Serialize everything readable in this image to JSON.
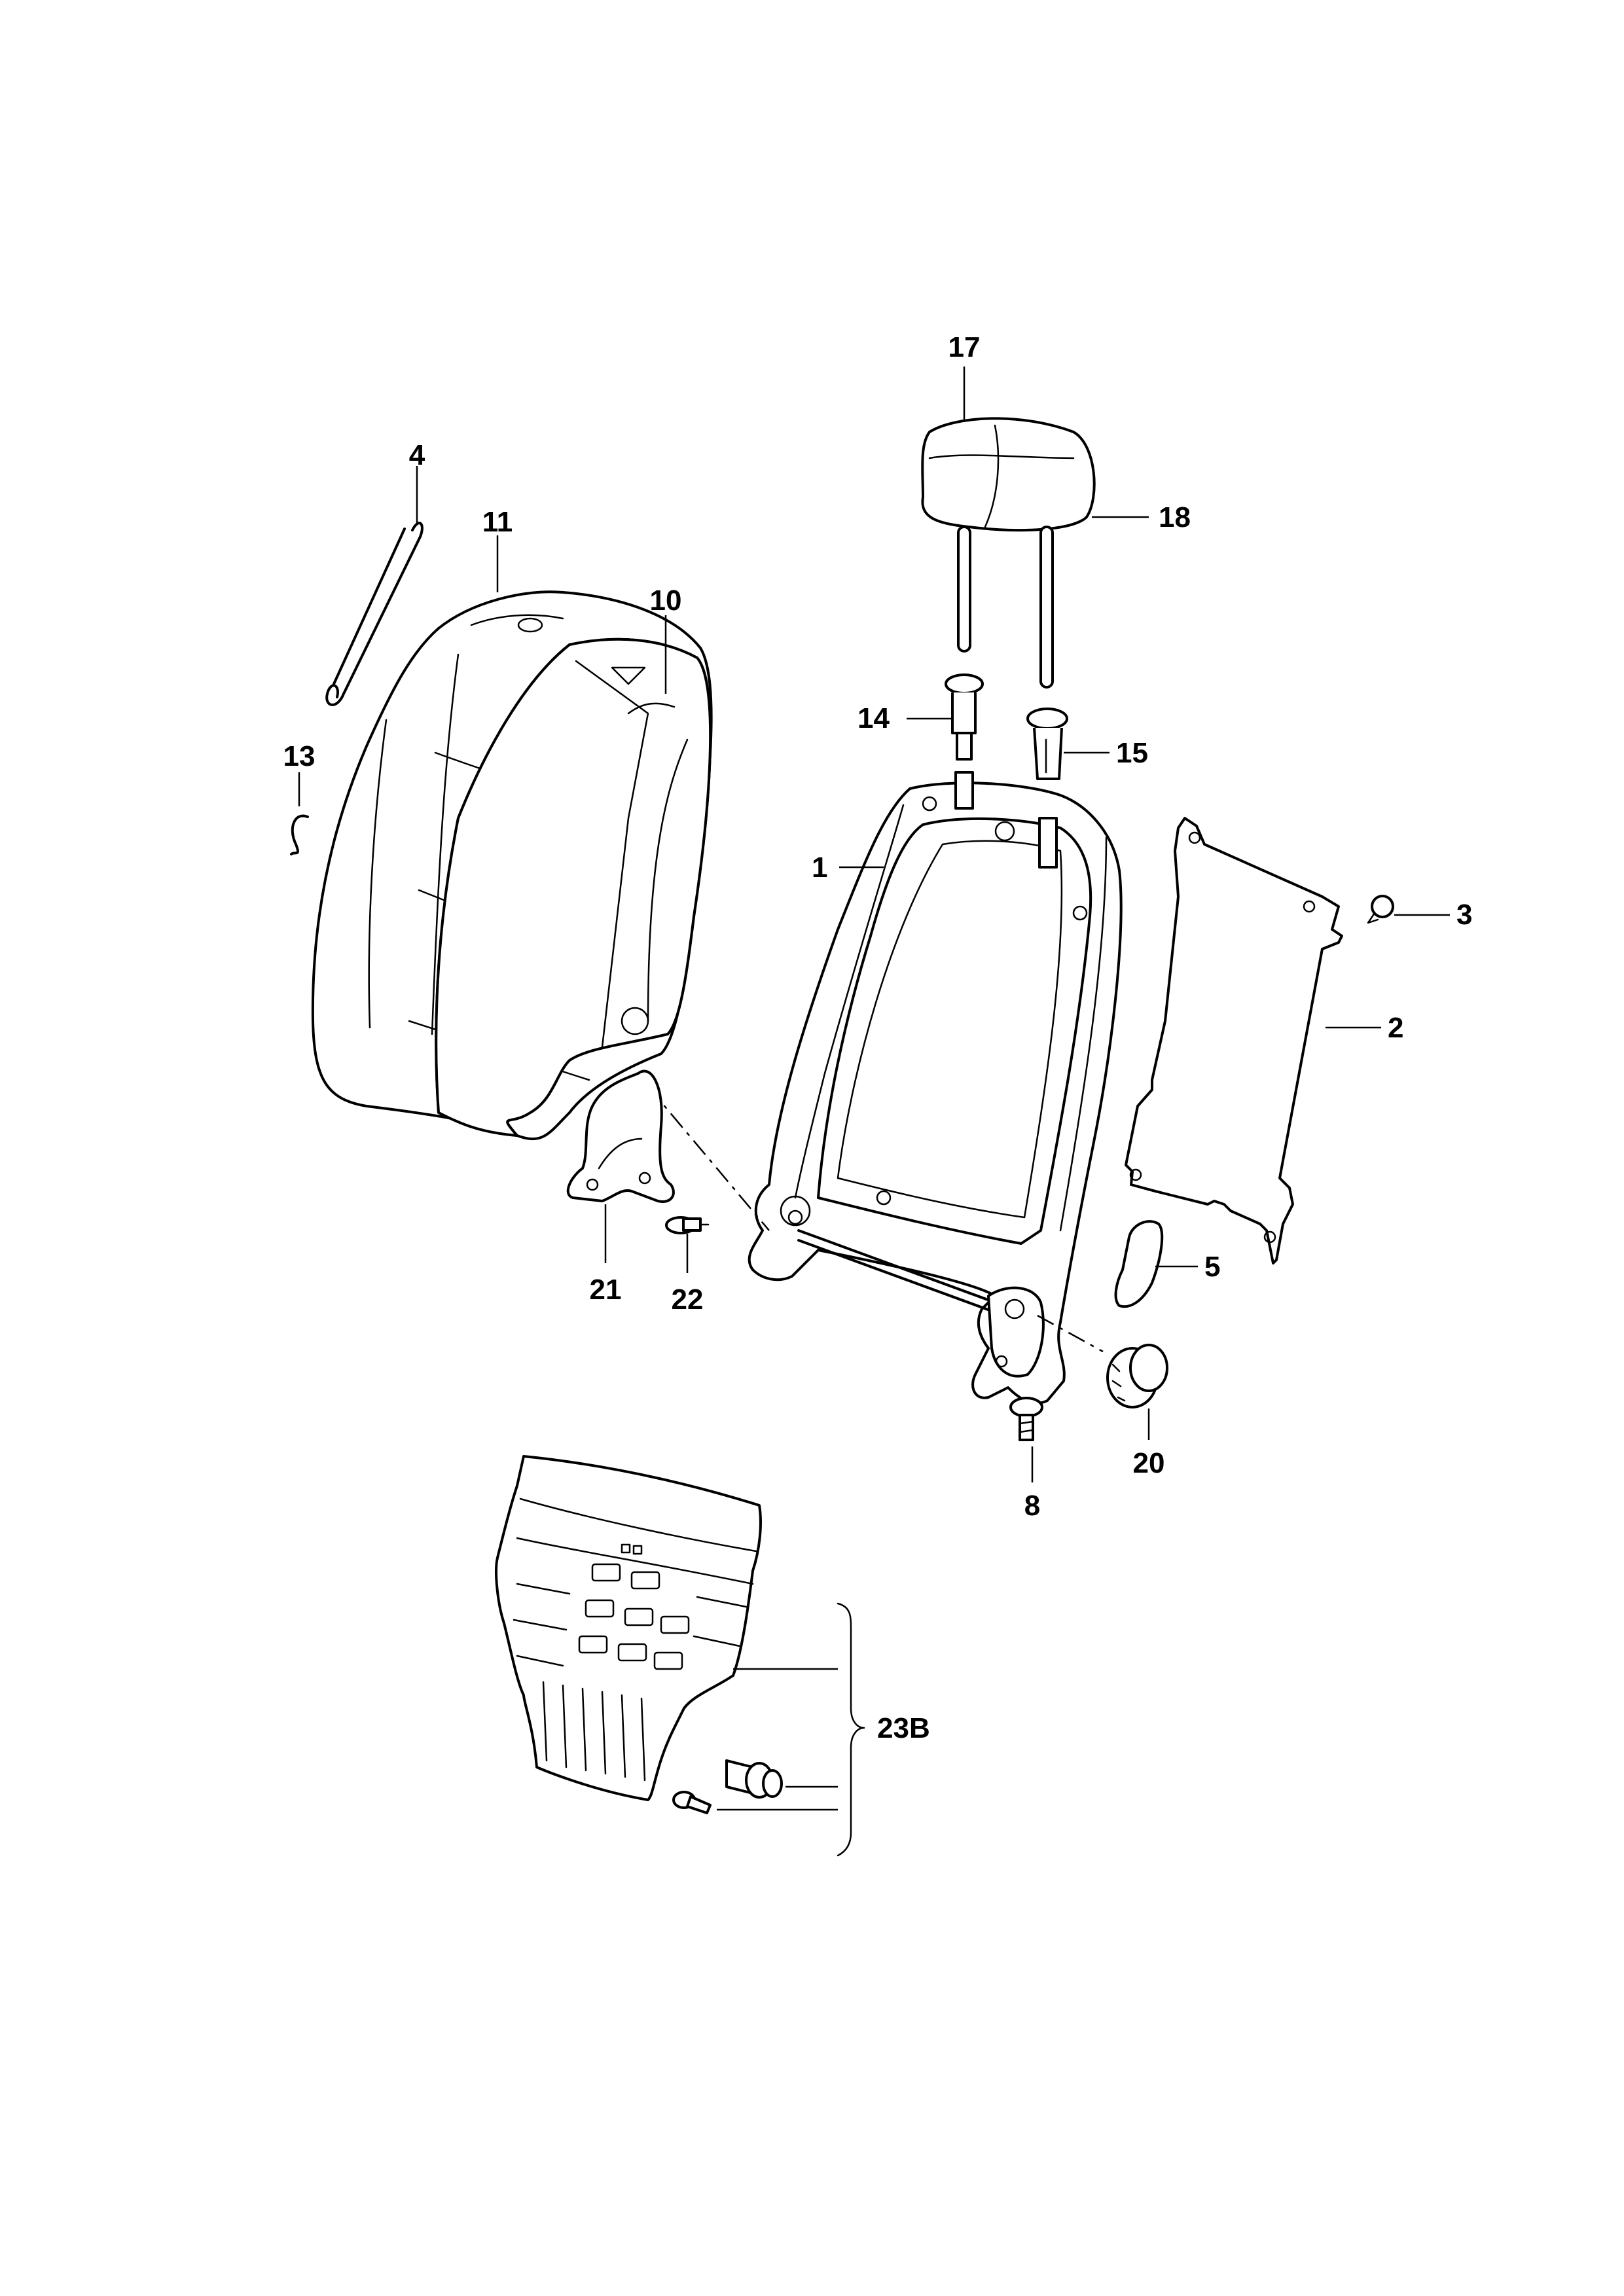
{
  "diagram": {
    "type": "exploded-parts-diagram",
    "callouts": {
      "frame": "1",
      "back_panel": "2",
      "clip_3": "3",
      "wire_4": "4",
      "trim_5": "5",
      "bolt_8": "8",
      "cover_10": "10",
      "foam_11": "11",
      "clip_13": "13",
      "guide_14": "14",
      "guide_15": "15",
      "headrest_17": "17",
      "headrest_cover_18": "18",
      "knob_20": "20",
      "side_trim_21": "21",
      "screw_22": "22",
      "lumbar_23b": "23B"
    }
  }
}
